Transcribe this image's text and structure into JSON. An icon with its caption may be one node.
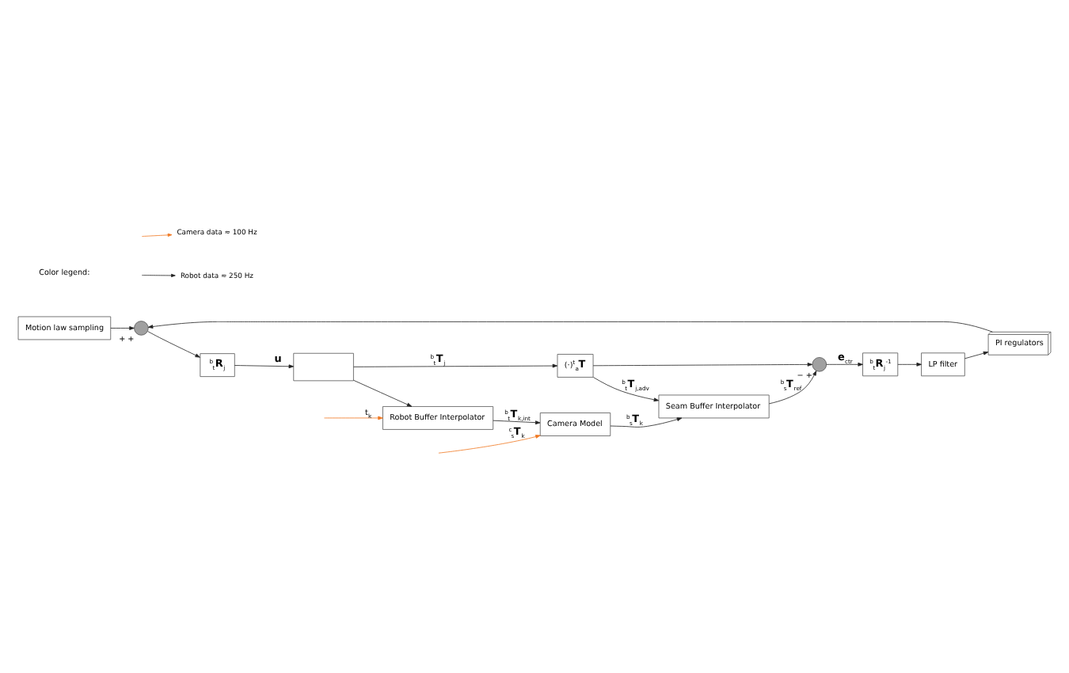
{
  "diagram": {
    "nodes": [
      {
        "text": [
          "Motion law sampling"
        ]
      },
      {
        "text": [
          "$^{b}$$_{t}$**R**$_{j}$$^{-1}$"
        ]
      },
      {
        "text": [
          "LP filter"
        ]
      },
      {
        "text": [
          "PI regulators"
        ]
      },
      {
        "text": [],
        "shape": "circle",
        "beside": [
          "+",
          "+"
        ]
      },
      {
        "text": [
          "$^{b}$$_{t}$**R**$_{j}$"
        ]
      },
      {
        "text": [],
        "shape": "box"
      },
      {
        "text": [],
        "shape": "circle",
        "beside": [
          "−",
          "+"
        ]
      },
      {
        "text": [
          "Seam Buffer Interpolator"
        ]
      },
      {
        "text": [
          "(·)$^{t}$$_{a}$**T**"
        ]
      },
      {
        "text": [
          "Camera Model"
        ]
      },
      {
        "text": [
          "Robot Buffer Interpolator"
        ]
      }
    ],
    "edges": [
      {
        "from": 0,
        "to": 4,
        "arrow": "to"
      },
      {
        "from": 1,
        "to": 2,
        "arrow": "to"
      },
      {
        "from": 2,
        "to": 3,
        "arrow": "to"
      },
      {
        "from": 3,
        "to": 4,
        "arrow": "to"
      },
      {
        "from": 4,
        "to": 5,
        "arrow": "to"
      },
      {
        "from": 5,
        "to": 6,
        "arrow": "to",
        "label": "**u**"
      },
      {
        "from": 6,
        "to": 9,
        "arrow": "to",
        "label": "$^{b}$$_{t}$**T**$_{j}$"
      },
      {
        "from": 6,
        "to": 11,
        "arrow": "to"
      },
      {
        "from": 9,
        "to": 8,
        "arrow": "to",
        "label": "$^{b}$$_{t}$**T**$_{j,adv}$"
      },
      {
        "from": 9,
        "to": 7,
        "arrow": "to"
      },
      {
        "from": 8,
        "to": 7,
        "arrow": "to",
        "label": "$^{b}$$_{s}$**T**$_{ref}$"
      },
      {
        "from": 7,
        "to": 1,
        "arrow": "to",
        "label": "**e**$_{ctr}$"
      },
      {
        "from": 11,
        "to": 10,
        "arrow": "to",
        "label": "$^{b}$$_{t}$**T**$_{k,int}$"
      },
      {
        "from": 10,
        "to": 8,
        "arrow": "to",
        "label": "$^{b}$$_{s}$**T**$_{k}$"
      },
      {
        "from": null,
        "to": 10,
        "arrow": "to",
        "label": "$^{c}$$_{s}$**T**$_{k}$",
        "color": "#f07820"
      },
      {
        "from": null,
        "to": 11,
        "arrow": "to",
        "label": "t$_{k}$",
        "color": "#f07820"
      }
    ],
    "labels": [
      "Color legend:"
    ],
    "legend": [
      {
        "text": "Camera data ≈ 100 Hz"
      },
      {
        "text": "Robot data ≈ 250 Hz"
      }
    ]
  }
}
